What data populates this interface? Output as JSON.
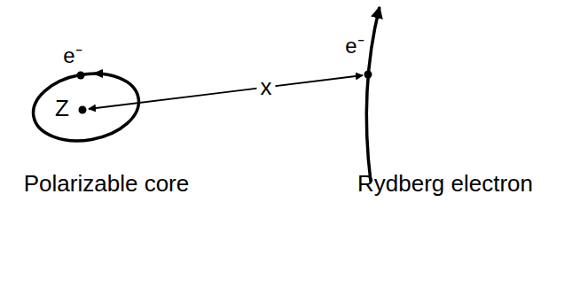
{
  "diagram": {
    "labels": [
      "e⁻",
      "Z",
      "x",
      "e⁻",
      "Polarizable core",
      "Rydberg electron"
    ]
  }
}
